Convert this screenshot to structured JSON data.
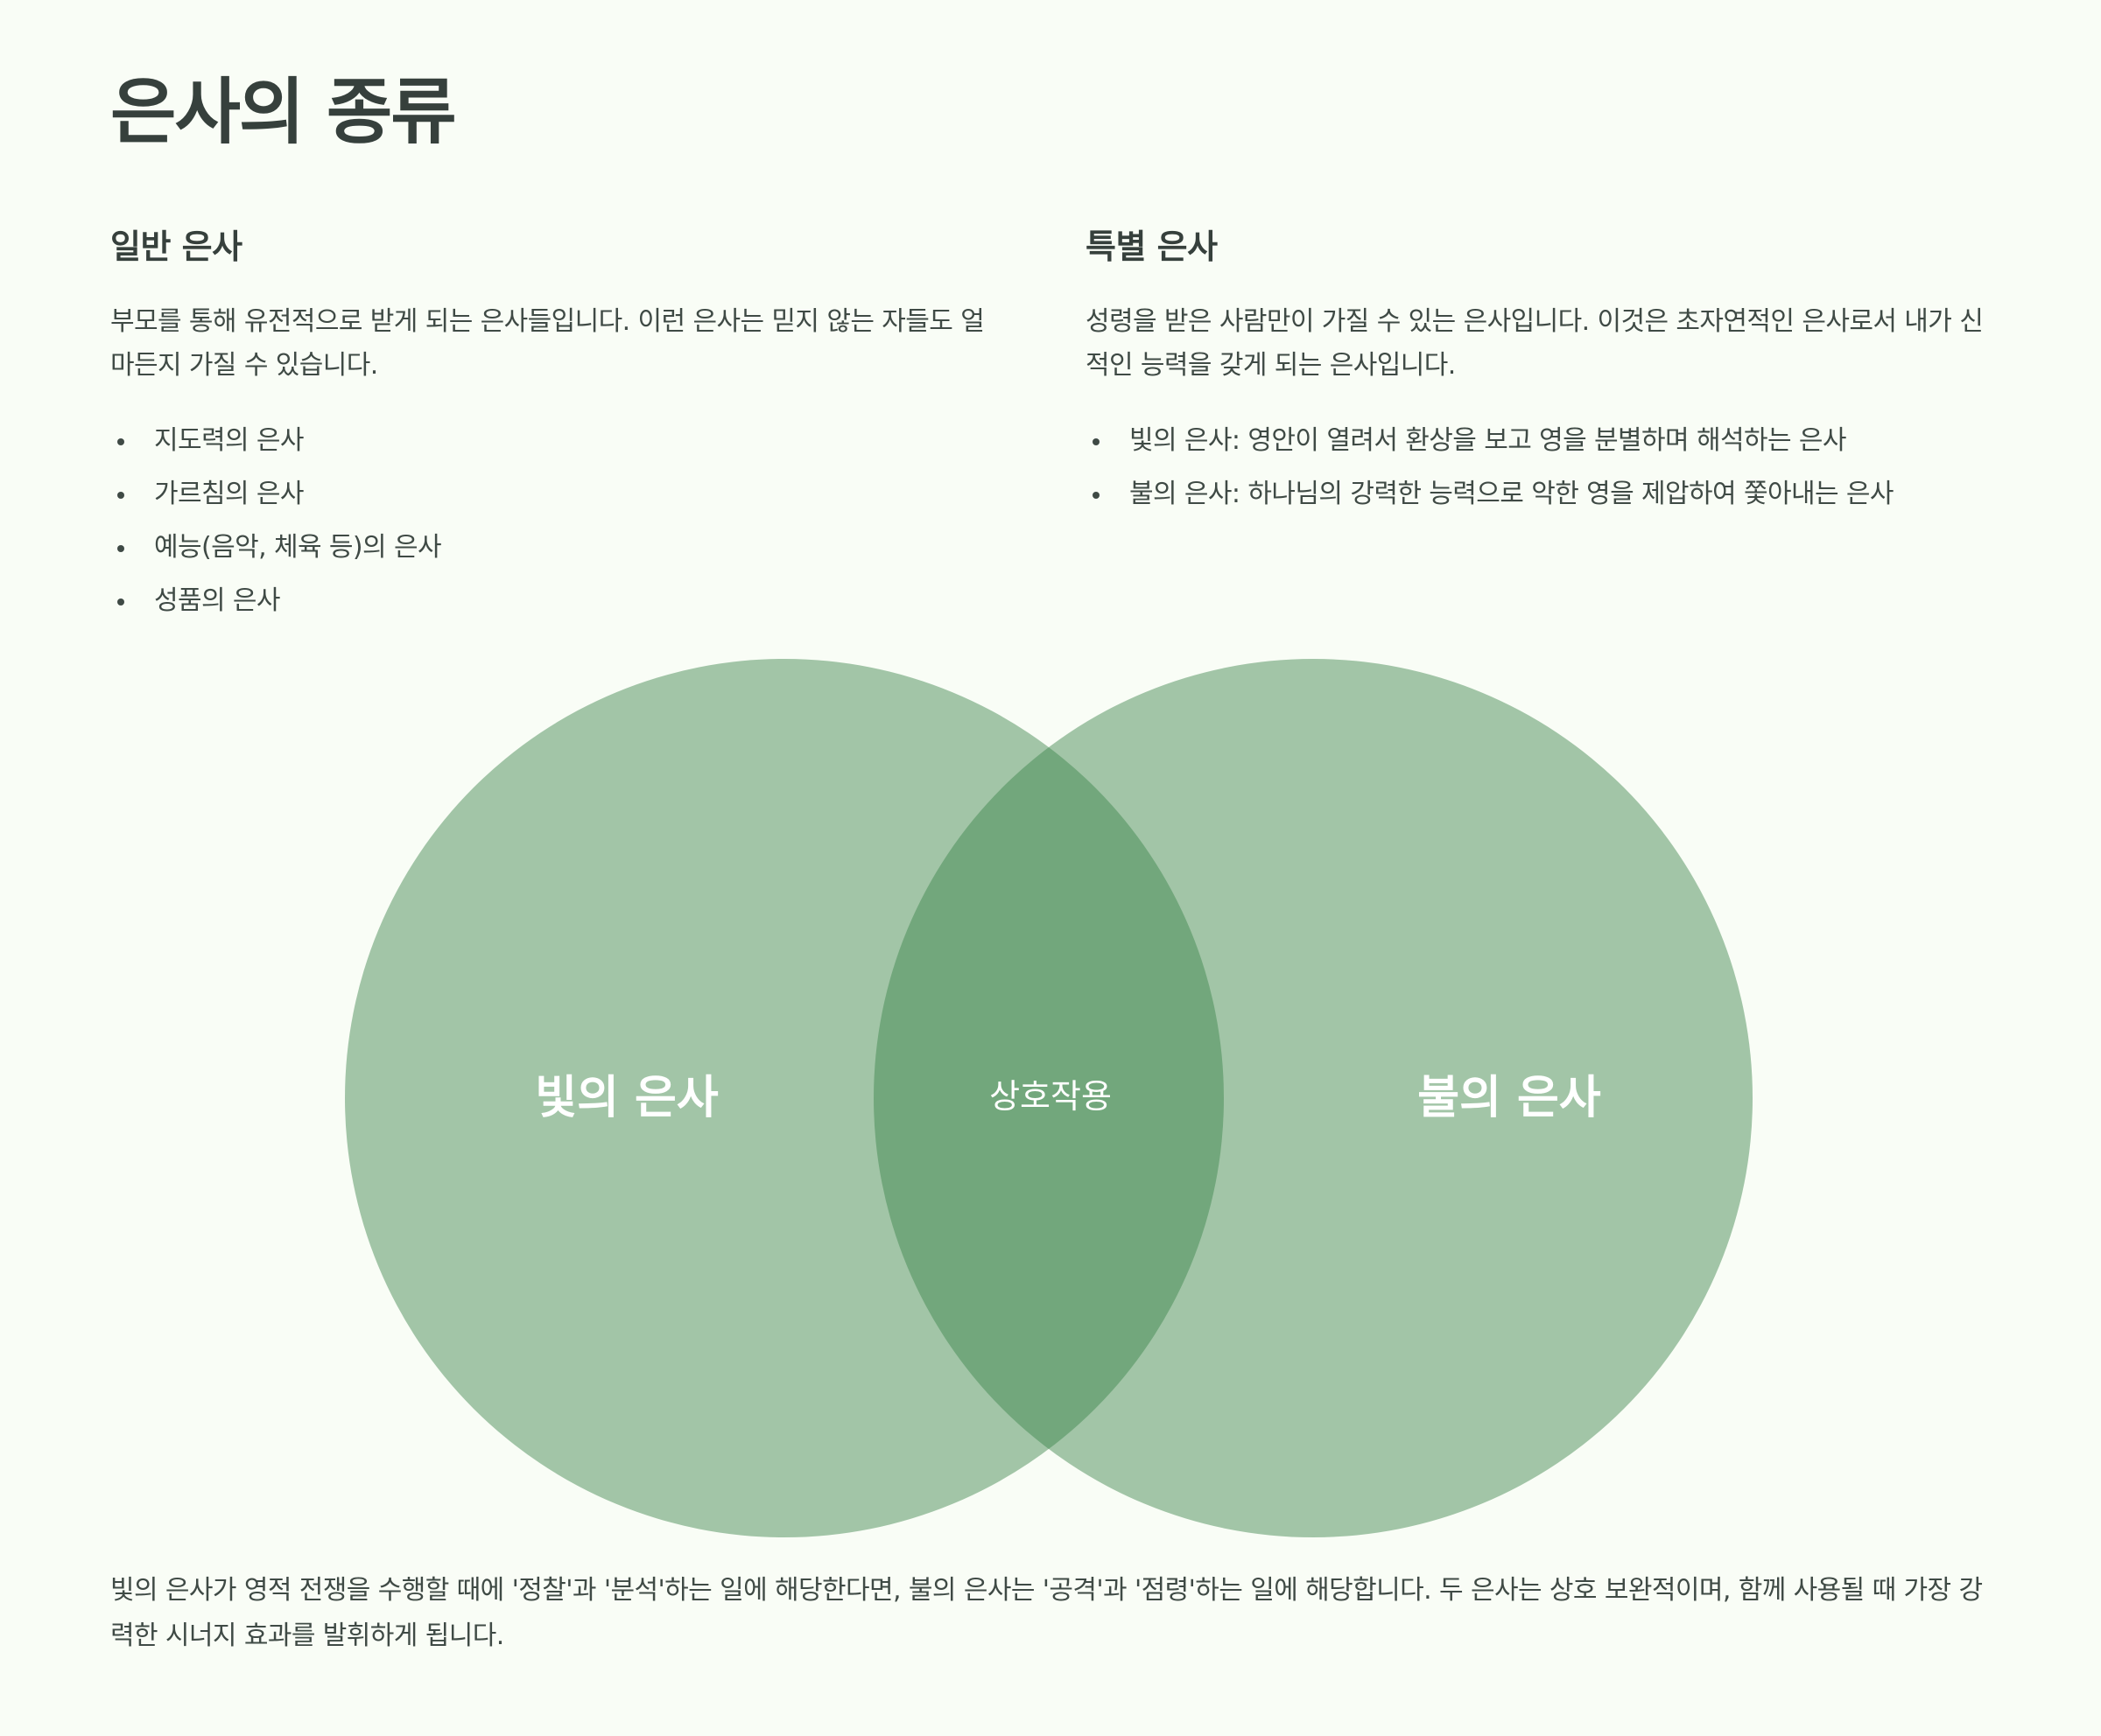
{
  "page": {
    "title": "은사의 종류"
  },
  "general": {
    "heading": "일반 은사",
    "description": "부모를 통해 유전적으로 받게 되는 은사들입니다. 이런 은사는 믿지 않는 자들도 얼마든지 가질 수 있습니다.",
    "items": [
      "지도력의 은사",
      "가르침의 은사",
      "예능(음악, 체육 등)의 은사",
      "성품의 은사"
    ]
  },
  "special": {
    "heading": "특별 은사",
    "description": "성령을 받은 사람만이 가질 수 있는 은사입니다. 이것은 초자연적인 은사로서 내가 신적인 능력을 갖게 되는 은사입니다.",
    "items": [
      "빛의 은사: 영안이 열려서 환상을 보고 영을 분별하며 해석하는 은사",
      "불의 은사: 하나님의 강력한 능력으로 악한 영을 제압하여 쫓아내는 은사"
    ]
  },
  "venn": {
    "left_label": "빛의 은사",
    "right_label": "불의 은사",
    "overlap_label": "상호작용",
    "circle_color": "#a2c5a7",
    "overlap_color": "#72a77c",
    "label_color": "#ffffff"
  },
  "footer": {
    "text": "빛의 은사가 영적 전쟁을 수행할 때에 '정찰'과 '분석'하는 일에 해당한다면, 불의 은사는 '공격'과 '점령'하는 일에 해당합니다. 두 은사는 상호 보완적이며, 함께 사용될 때 가장 강력한 시너지 효과를 발휘하게 됩니다."
  }
}
